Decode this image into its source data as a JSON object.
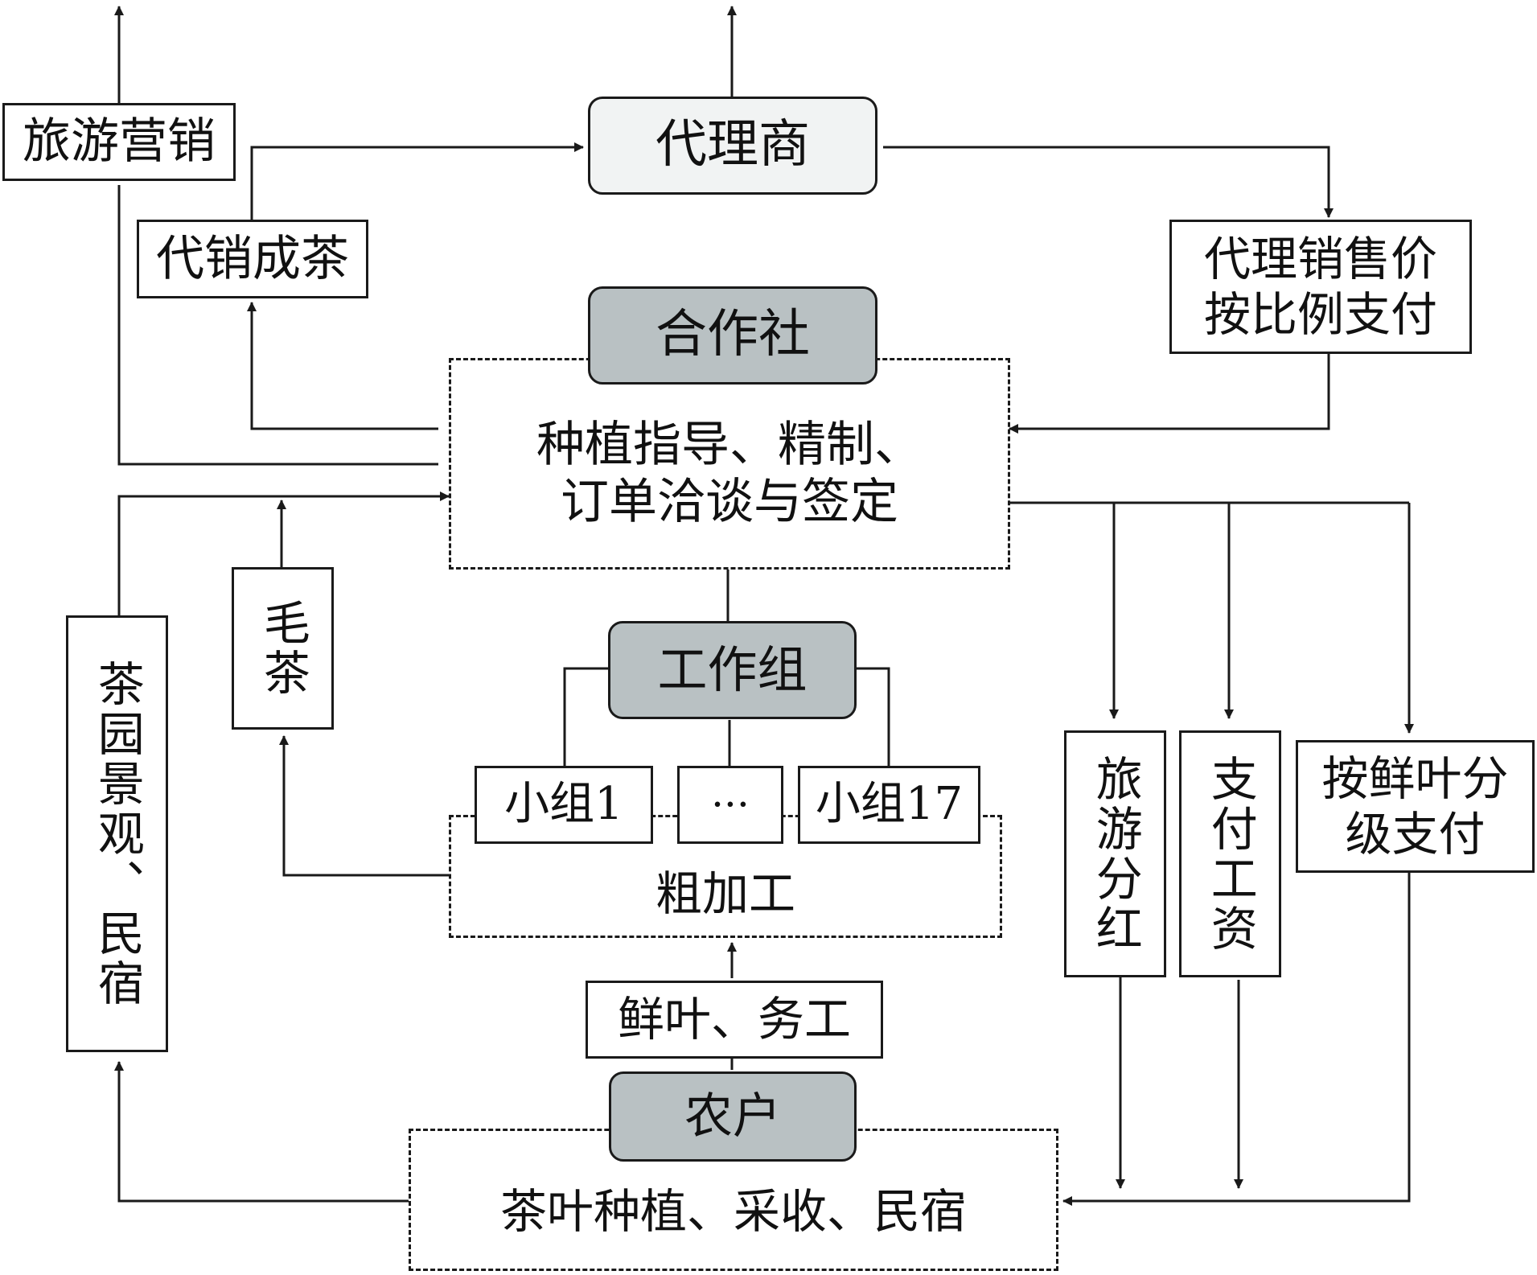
{
  "nodes": {
    "tourism_marketing": "旅游营销",
    "agent": "代理商",
    "consign_tea": "代销成茶",
    "agent_payment": "代理销售价\n按比例支付",
    "cooperative": "合作社",
    "coop_functions": "种植指导、精制、\n订单洽谈与签定",
    "raw_tea": "毛茶",
    "scenery_homestay": "茶园景观、民宿",
    "work_group": "工作组",
    "group_1": "小组1",
    "group_ellipsis": "···",
    "group_17": "小组17",
    "rough_processing": "粗加工",
    "tourism_dividend": "旅游分红",
    "pay_wages": "支付工资",
    "grade_payment": "按鲜叶分\n级支付",
    "fresh_leaves_labor": "鲜叶、务工",
    "farmers": "农户",
    "farmer_activities": "茶叶种植、采收、民宿"
  },
  "colors": {
    "line": "#1a1a1a",
    "org_light_fill": "#f1f3f3",
    "org_dark_fill": "#b9c1c3"
  }
}
